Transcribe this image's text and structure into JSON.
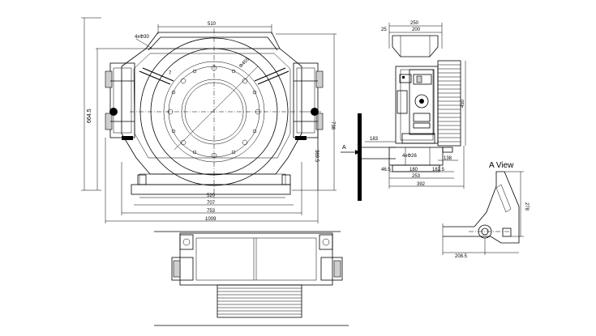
{
  "front_view": {
    "dim_510": "510",
    "dim_4xm30": "4xΦ30",
    "dim_455": "Φ455",
    "dim_7": "7",
    "dim_664_5": "664.5",
    "dim_738": "738",
    "dim_369_5": "369.5",
    "dim_520": "520",
    "dim_707": "707",
    "dim_753": "753",
    "dim_1009": "1009"
  },
  "side_view": {
    "dim_250": "250",
    "dim_25": "25",
    "dim_200": "200",
    "dim_450": "450",
    "dim_183": "183",
    "dim_4x26": "4xΦ26",
    "dim_138": "138",
    "dim_46_5": "46.5",
    "dim_180": "180",
    "dim_182_5": "182.5",
    "dim_253": "253",
    "dim_392": "392",
    "arrow_a": "A"
  },
  "a_view": {
    "title": "A View",
    "dim_278": "278",
    "dim_208_5": "208.5"
  }
}
